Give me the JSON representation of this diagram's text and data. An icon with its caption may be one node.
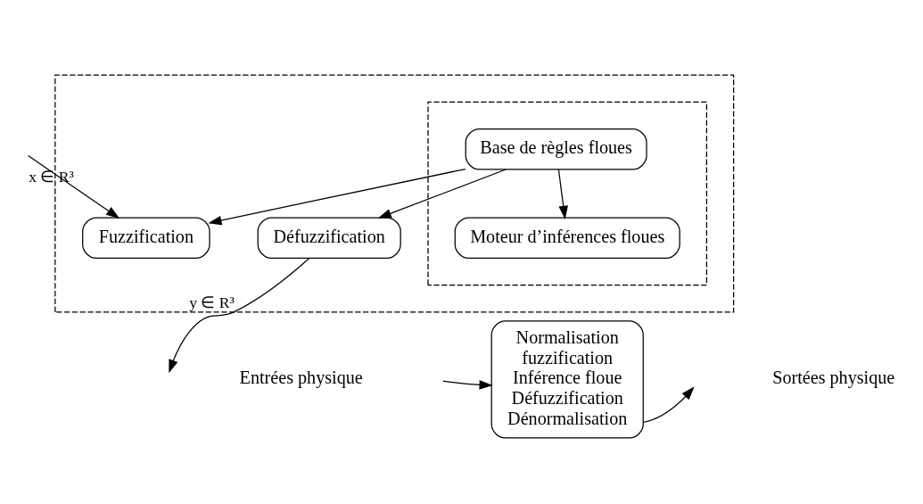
{
  "diagram": {
    "nodes": [
      {
        "text": [],
        "shape": "box"
      },
      {
        "text": [],
        "shape": "box",
        "in": 0
      },
      {
        "text": [
          "Base de règles floues"
        ],
        "in": 1
      },
      {
        "text": [
          "Moteur d’inférences floues"
        ],
        "in": 1
      },
      {
        "text": [
          "Fuzzification"
        ],
        "in": 0
      },
      {
        "text": [
          "Défuzzification"
        ],
        "in": 0
      },
      {
        "text": [
          "Normalisation",
          "fuzzification",
          "Inférence floue",
          "Défuzzification",
          "Dénormalisation"
        ]
      }
    ],
    "edges": [
      {
        "from": null,
        "to": 4,
        "arrow": "to",
        "label": "x ∈ R³"
      },
      {
        "from": 2,
        "to": 4,
        "arrow": "to"
      },
      {
        "from": 2,
        "to": 3,
        "arrow": "to"
      },
      {
        "from": 2,
        "to": 5,
        "arrow": "to"
      },
      {
        "from": 5,
        "to": null,
        "arrow": "to",
        "label": "y ∈ R³"
      },
      {
        "from": 6,
        "to": null,
        "arrow": "to"
      },
      {
        "from": null,
        "to": 6,
        "arrow": "to"
      }
    ],
    "labels": [
      "Entrées physique",
      "Sortées physique"
    ]
  }
}
